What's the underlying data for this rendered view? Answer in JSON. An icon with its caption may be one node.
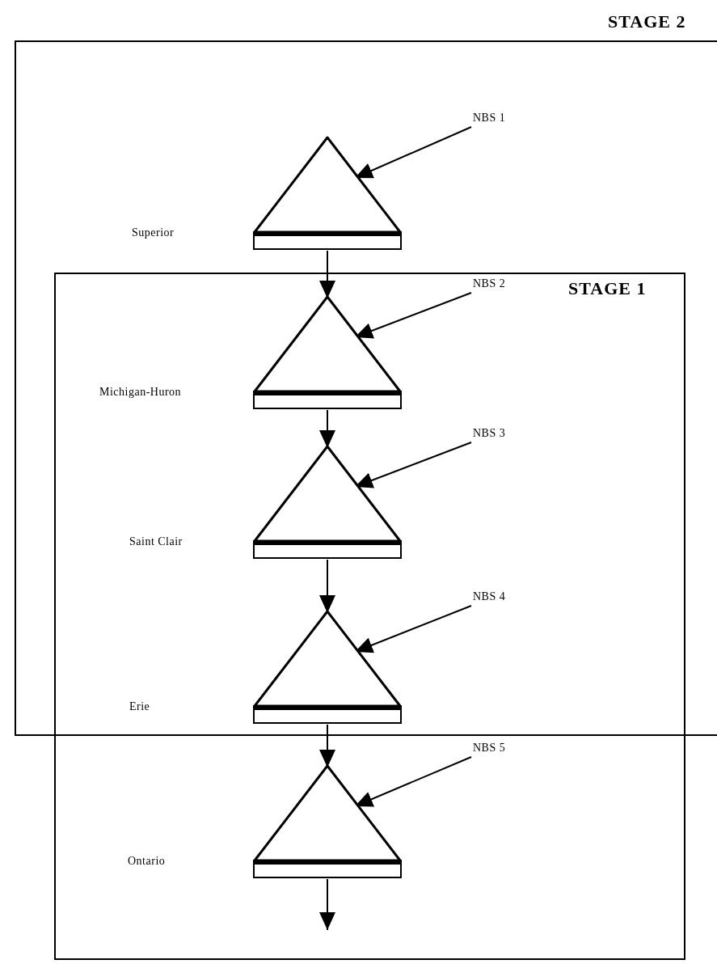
{
  "diagram": {
    "nodes": [
      {
        "text": [
          "STAGE 2"
        ]
      },
      {
        "text": [
          "STAGE 1"
        ]
      },
      {
        "text": [],
        "shape": "triangle",
        "in": 0
      },
      {
        "text": [],
        "shape": "triangle"
      },
      {
        "text": [],
        "shape": "triangle"
      },
      {
        "text": [],
        "shape": "triangle"
      },
      {
        "text": [],
        "shape": "triangle",
        "in": 1
      },
      {
        "text": [
          "NBS 1"
        ],
        "in": 0
      },
      {
        "text": [
          "NBS 2"
        ]
      },
      {
        "text": [
          "NBS 3"
        ]
      },
      {
        "text": [
          "NBS 4"
        ]
      },
      {
        "text": [
          "NBS 5"
        ],
        "in": 1
      }
    ],
    "labels": [
      "Superior",
      "Michigan-Huron",
      "Saint Clair",
      "Erie",
      "Ontario"
    ],
    "edges": [
      {
        "from": 7,
        "to": 2,
        "arrow": "to"
      },
      {
        "from": 2,
        "to": 3,
        "arrow": "to"
      },
      {
        "from": 8,
        "to": 3,
        "arrow": "to"
      },
      {
        "from": 3,
        "to": 4,
        "arrow": "to"
      },
      {
        "from": 9,
        "to": 4,
        "arrow": "to"
      },
      {
        "from": 4,
        "to": 5,
        "arrow": "to"
      },
      {
        "from": 10,
        "to": 5,
        "arrow": "to"
      },
      {
        "from": 5,
        "to": 6,
        "arrow": "to"
      },
      {
        "from": 11,
        "to": 6,
        "arrow": "to"
      },
      {
        "from": 6,
        "to": null,
        "arrow": "to"
      }
    ]
  }
}
